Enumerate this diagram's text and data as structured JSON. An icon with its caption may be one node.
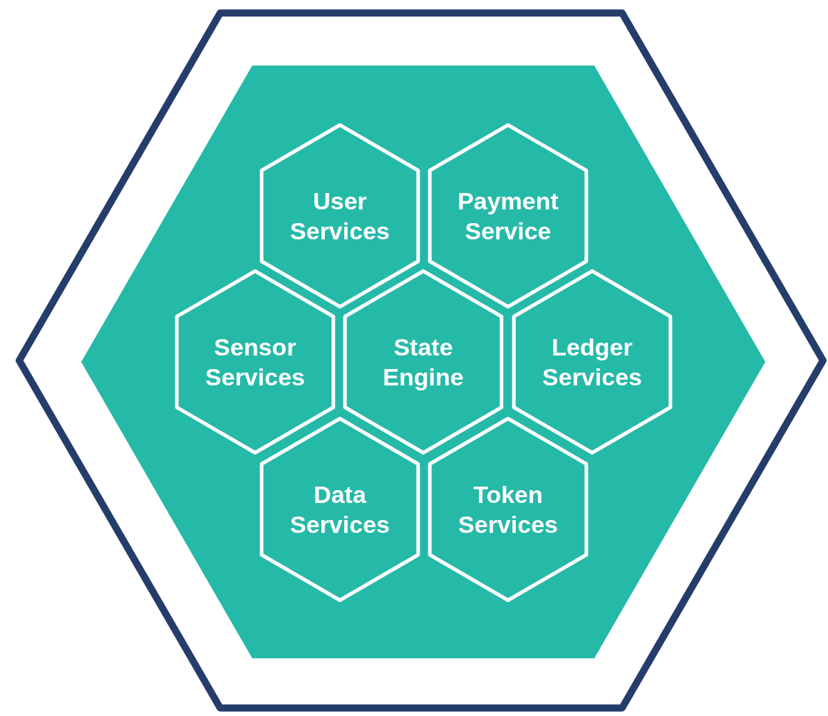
{
  "diagram": {
    "nodes": [
      {
        "text": [],
        "shape": "hexagon"
      },
      {
        "text": [],
        "shape": "hexagon",
        "in": 0
      },
      {
        "text": [
          "User Services"
        ],
        "in": 1
      },
      {
        "text": [
          "Payment Service"
        ],
        "in": 1
      },
      {
        "text": [
          "Sensor Services"
        ],
        "in": 1
      },
      {
        "text": [
          "State Engine"
        ],
        "in": 1
      },
      {
        "text": [
          "Ledger Services"
        ],
        "in": 1
      },
      {
        "text": [
          "Data Services"
        ],
        "in": 1
      },
      {
        "text": [
          "Token Services"
        ],
        "in": 1
      }
    ],
    "edges": []
  }
}
